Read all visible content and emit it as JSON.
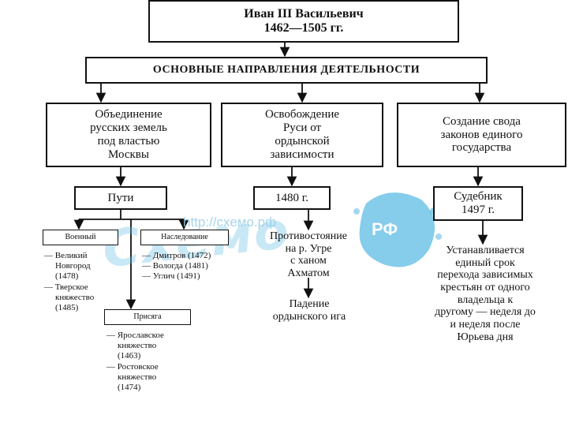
{
  "title": {
    "line1": "Иван III Васильевич",
    "line2": "1462—1505 гг."
  },
  "directions": "ОСНОВНЫЕ НАПРАВЛЕНИЯ ДЕЯТЕЛЬНОСТИ",
  "areas": [
    {
      "lines": [
        "Объединение",
        "русских земель",
        "под властью",
        "Москвы"
      ]
    },
    {
      "lines": [
        "Освобождение",
        "Руси от",
        "ордынской",
        "зависимости"
      ]
    },
    {
      "lines": [
        "Создание свода",
        "законов единого",
        "государства"
      ]
    }
  ],
  "subs": {
    "paths": "Пути",
    "year1480": "1480 г.",
    "sudebnik": {
      "line1": "Судебник",
      "line2": "1497 г."
    }
  },
  "military": {
    "label": "Военный",
    "items": [
      {
        "line1": "— Великий",
        "rest": [
          "Новгород",
          "(1478)"
        ]
      },
      {
        "line1": "— Тверское",
        "rest": [
          "княжество",
          "(1485)"
        ]
      }
    ]
  },
  "inheritance": {
    "label": "Наследование",
    "items": [
      "— Дмитров (1472)",
      "— Вологда (1481)",
      "— Углич (1491)"
    ]
  },
  "oath": {
    "label": "Присяга",
    "items": [
      {
        "line1": "— Ярославское",
        "rest": [
          "княжество",
          "(1463)"
        ]
      },
      {
        "line1": "— Ростовское",
        "rest": [
          "княжество",
          "(1474)"
        ]
      }
    ]
  },
  "confrontation": [
    "Противостояние",
    "на р. Угре",
    "с ханом",
    "Ахматом"
  ],
  "fall": [
    "Падение",
    "ордынского ига"
  ],
  "law": [
    "Устанавливается",
    "единый срок",
    "перехода зависимых",
    "крестьян от одного",
    "владельца к",
    "другому — неделя до",
    "и неделя после",
    "Юрьева дня"
  ],
  "watermark": {
    "url": "http://схемо.рф",
    "brand": "Схемо",
    "logo": "РФ"
  },
  "colors": {
    "line": "#111111",
    "watermark": "#64bee6"
  }
}
